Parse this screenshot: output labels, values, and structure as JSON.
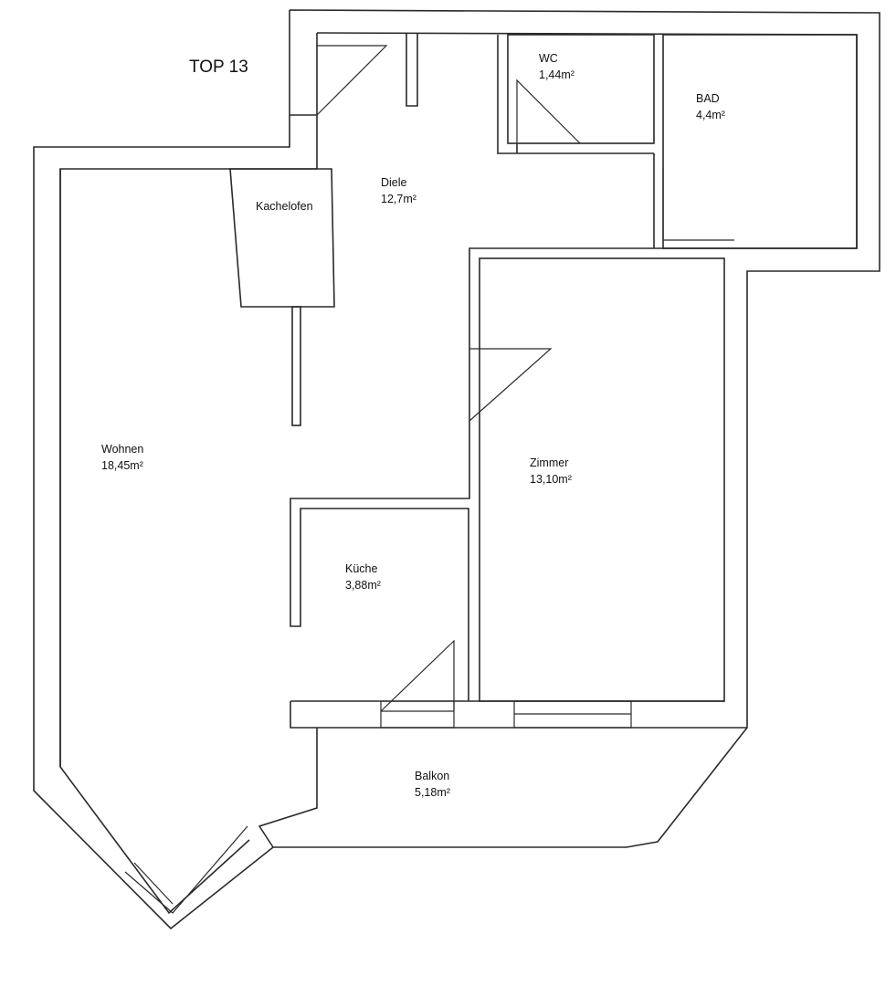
{
  "title": "TOP 13",
  "rooms": [
    {
      "id": "wc",
      "name": "WC",
      "area": "1,44m²"
    },
    {
      "id": "bad",
      "name": "BAD",
      "area": "4,4m²"
    },
    {
      "id": "diele",
      "name": "Diele",
      "area": "12,7m²"
    },
    {
      "id": "kachelofen",
      "name": "Kachelofen",
      "area": ""
    },
    {
      "id": "wohnen",
      "name": "Wohnen",
      "area": "18,45m²"
    },
    {
      "id": "zimmer",
      "name": "Zimmer",
      "area": "13,10m²"
    },
    {
      "id": "kueche",
      "name": "Küche",
      "area": "3,88m²"
    },
    {
      "id": "balkon",
      "name": "Balkon",
      "area": "5,18m²"
    }
  ]
}
